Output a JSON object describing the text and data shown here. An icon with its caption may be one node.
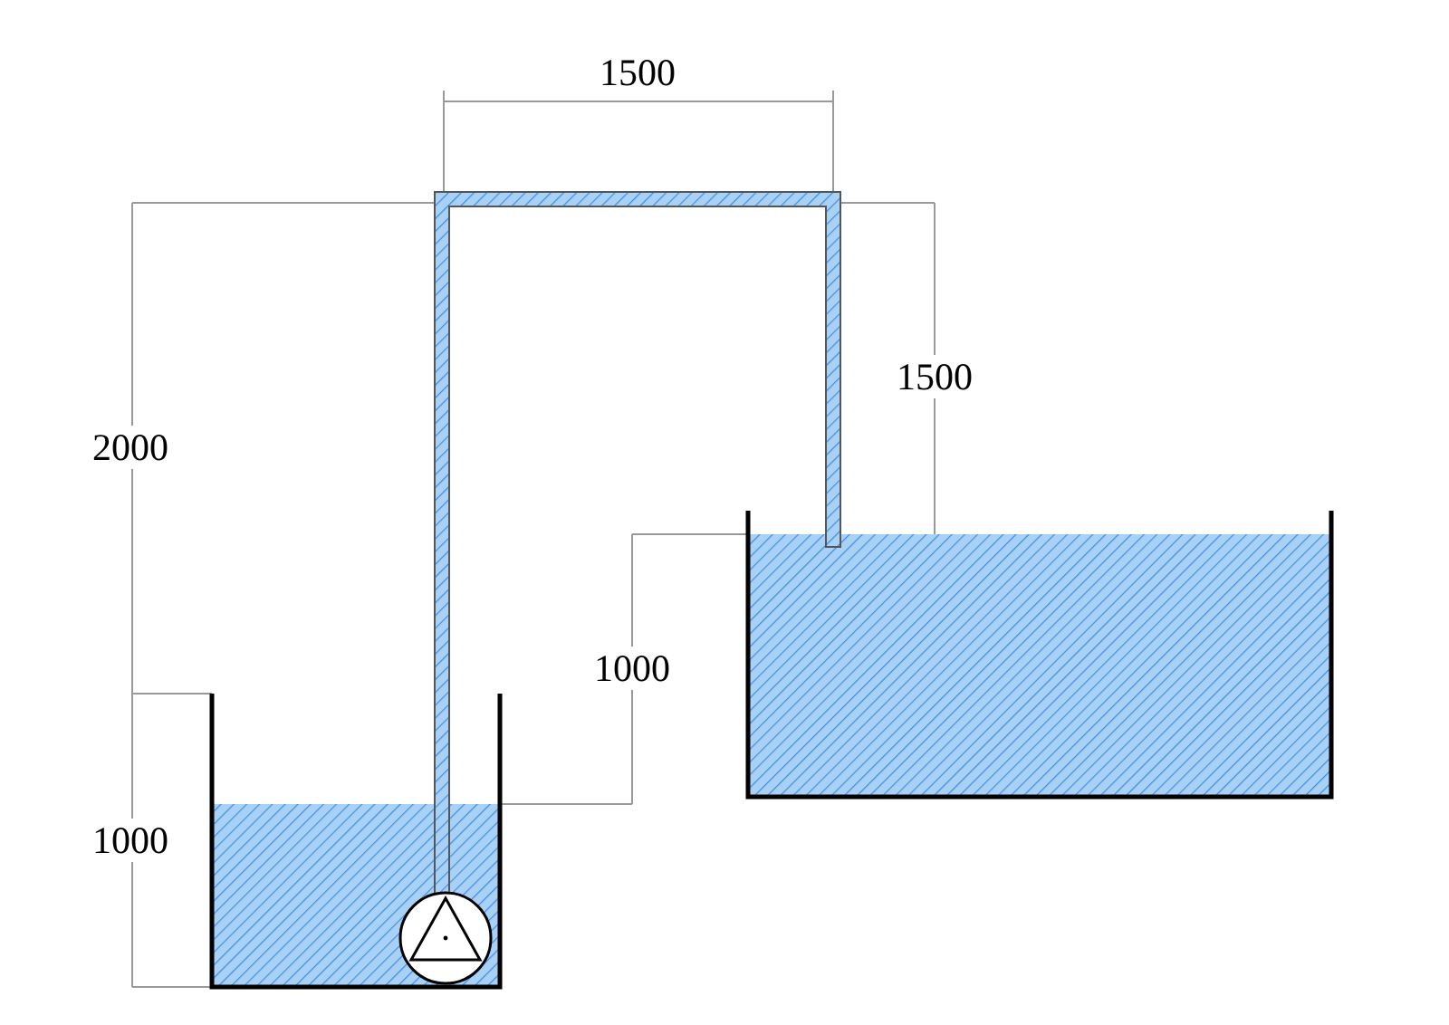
{
  "diagram": {
    "labels": [
      "1500",
      "1500",
      "2000",
      "1000",
      "1000"
    ]
  }
}
